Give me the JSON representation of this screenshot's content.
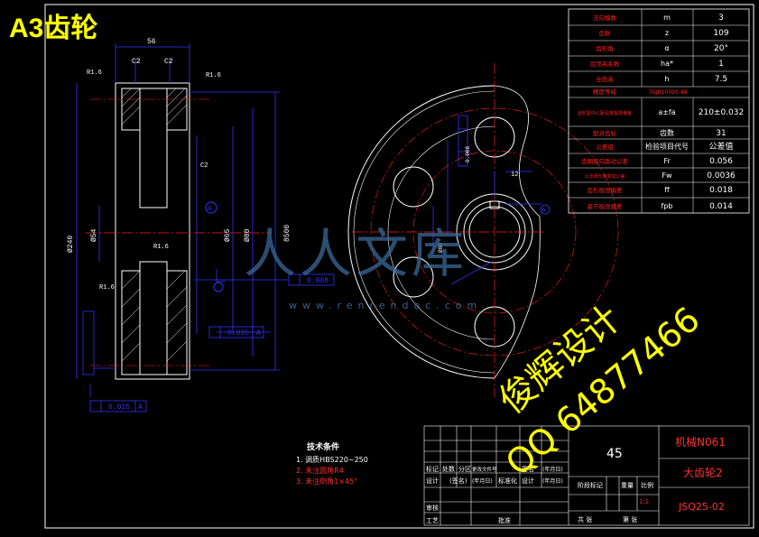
{
  "title": "A3齿轮",
  "section_labels": [
    "A",
    "A"
  ],
  "dims": {
    "width": "56",
    "c1": "C2",
    "c2": "C2",
    "bore_right": "8500",
    "od_left": "Ø240",
    "hub": "Ø54",
    "hub2": "Ø65",
    "sym": "Ø80",
    "r1": "R1.6",
    "r2": "R1.6",
    "r3": "R1.6",
    "c_small": "C2",
    "angle": "Ø.Ø",
    "key_w": "12"
  },
  "tolerance_frames": [
    {
      "symbol": "↗",
      "value": "0.035",
      "ref": "A"
    },
    {
      "symbol": "//",
      "value": "0.008",
      "ref": ""
    },
    {
      "symbol": "↗",
      "value": "0.015",
      "ref": "A"
    }
  ],
  "param_table": {
    "rows": [
      {
        "name": "法向模数",
        "symbol": "m",
        "value": "3"
      },
      {
        "name": "齿数",
        "symbol": "z",
        "value": "109"
      },
      {
        "name": "齿形角",
        "symbol": "α",
        "value": "20°"
      },
      {
        "name": "齿顶高系数",
        "symbol": "ha*",
        "value": "1"
      },
      {
        "name": "全齿高",
        "symbol": "h",
        "value": "7.5"
      },
      {
        "name": "精度等级",
        "symbol": "7GJB10095-88",
        "value": ""
      },
      {
        "name": "齿轮副中心距及其极限偏差",
        "symbol": "a±fa",
        "value": "210±0.032"
      },
      {
        "name": "配对齿轮",
        "symbol": "齿数",
        "value": "31"
      },
      {
        "name": "公差组",
        "symbol": "检验项目代号",
        "value": "公差值"
      },
      {
        "name": "齿圈径向跳动公差",
        "symbol": "Fr",
        "value": "0.056"
      },
      {
        "name": "公法线长度变动公差",
        "symbol": "Fw",
        "value": "0.0036"
      },
      {
        "name": "齿形极限偏差",
        "symbol": "ff",
        "value": "0.018"
      },
      {
        "name": "基节极限偏差",
        "symbol": "fpb",
        "value": "0.014"
      }
    ]
  },
  "tech_requirements": {
    "heading": "技术条件",
    "items": [
      "1. 调质HBS220~250",
      "2. 未注圆角R4",
      "3. 未注倒角1×45°"
    ]
  },
  "title_block": {
    "material": "45",
    "code": "机械N061",
    "part_name": "大齿轮2",
    "drawing_no": "JSQ25-02",
    "scale": "1:2",
    "headers": [
      "标记",
      "处数",
      "分区",
      "更改文件号",
      "签名",
      "(年月日)"
    ],
    "row2": [
      "设计",
      "(签名)",
      "(年月日)",
      "标准化",
      "设计",
      "(年月日)"
    ],
    "stage_label": "阶段标记",
    "weight_label": "重量",
    "scale_label": "比例",
    "review": "审核",
    "process": "工艺",
    "approve": "批准",
    "total_sheets": "共 张",
    "sheet_no": "第 张"
  },
  "watermarks": {
    "w1": "俊辉设计",
    "w2": "QQ 64877466",
    "w3": "人人文库",
    "w4": "www.renrendoc.com"
  },
  "colors": {
    "outline": "#ffffff",
    "dimension": "#3333ff",
    "center": "#ff2020",
    "annotation": "#ffff00",
    "table_text": "#ff2020"
  }
}
